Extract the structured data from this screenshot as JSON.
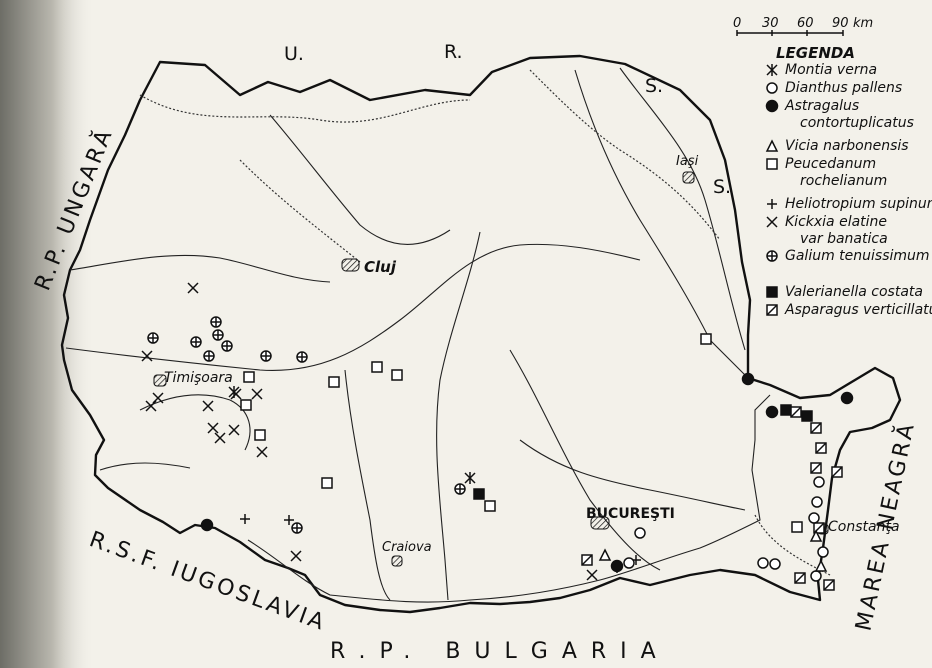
{
  "scale": {
    "ticks": [
      "0",
      "30",
      "60",
      "90"
    ],
    "unit": "km"
  },
  "legend": {
    "title": "LEGENDA",
    "items": [
      {
        "symbol": "asterisk",
        "label": "Montia verna"
      },
      {
        "symbol": "circle-open",
        "label": "Dianthus pallens"
      },
      {
        "symbol": "circle-filled",
        "label": "Astragalus contortuplicatus"
      },
      {
        "symbol": "triangle-open",
        "label": "Vicia narbonensis"
      },
      {
        "symbol": "square-open",
        "label": "Peucedanum rochelianum"
      },
      {
        "symbol": "plus",
        "label": "Heliotropium supinum"
      },
      {
        "symbol": "cross",
        "label": "Kickxia elatine var banatica"
      },
      {
        "symbol": "circle-plus",
        "label": "Galium tenuissimum"
      },
      {
        "symbol": "square-filled",
        "label": "Valerianella costata"
      },
      {
        "symbol": "square-hatched",
        "label": "Asparagus verticillatus"
      }
    ]
  },
  "neighbors": {
    "north": [
      "U.",
      "R.",
      "S.",
      "S."
    ],
    "west": "R.P. UNGARĂ",
    "southwest": "R.S.F. IUGOSLAVIA",
    "south": "R.P. BULGARIA",
    "east": "MAREA NEAGRĂ"
  },
  "cities": [
    "Iaşi",
    "Cluj",
    "Timişoara",
    "Craiova",
    "BUCUREŞTI",
    "Constanţa"
  ]
}
